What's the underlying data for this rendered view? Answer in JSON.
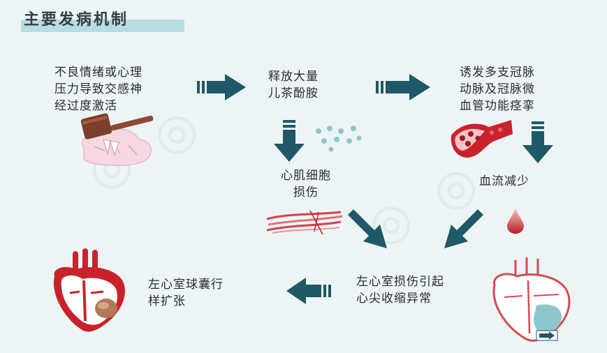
{
  "title": "主要发病机制",
  "nodes": {
    "emotion": "不良情绪或心理\n压力导致交感神\n经过度激活",
    "catecholamine": "释放大量\n儿茶酚胺",
    "spasm": "诱发多支冠脉\n动脉及冠脉微\n血管功能痉挛",
    "myocyte": "心肌细胞\n损伤",
    "bloodflow": "血流减少",
    "lv_dysfunction": "左心室损伤引起\n心尖收缩异常",
    "balloon": "左心室球囊行\n样扩张"
  },
  "colors": {
    "arrow": "#1f5867",
    "accent": "#c8232c",
    "title_bar": "#b6dde2",
    "background": "#edf4f5"
  }
}
